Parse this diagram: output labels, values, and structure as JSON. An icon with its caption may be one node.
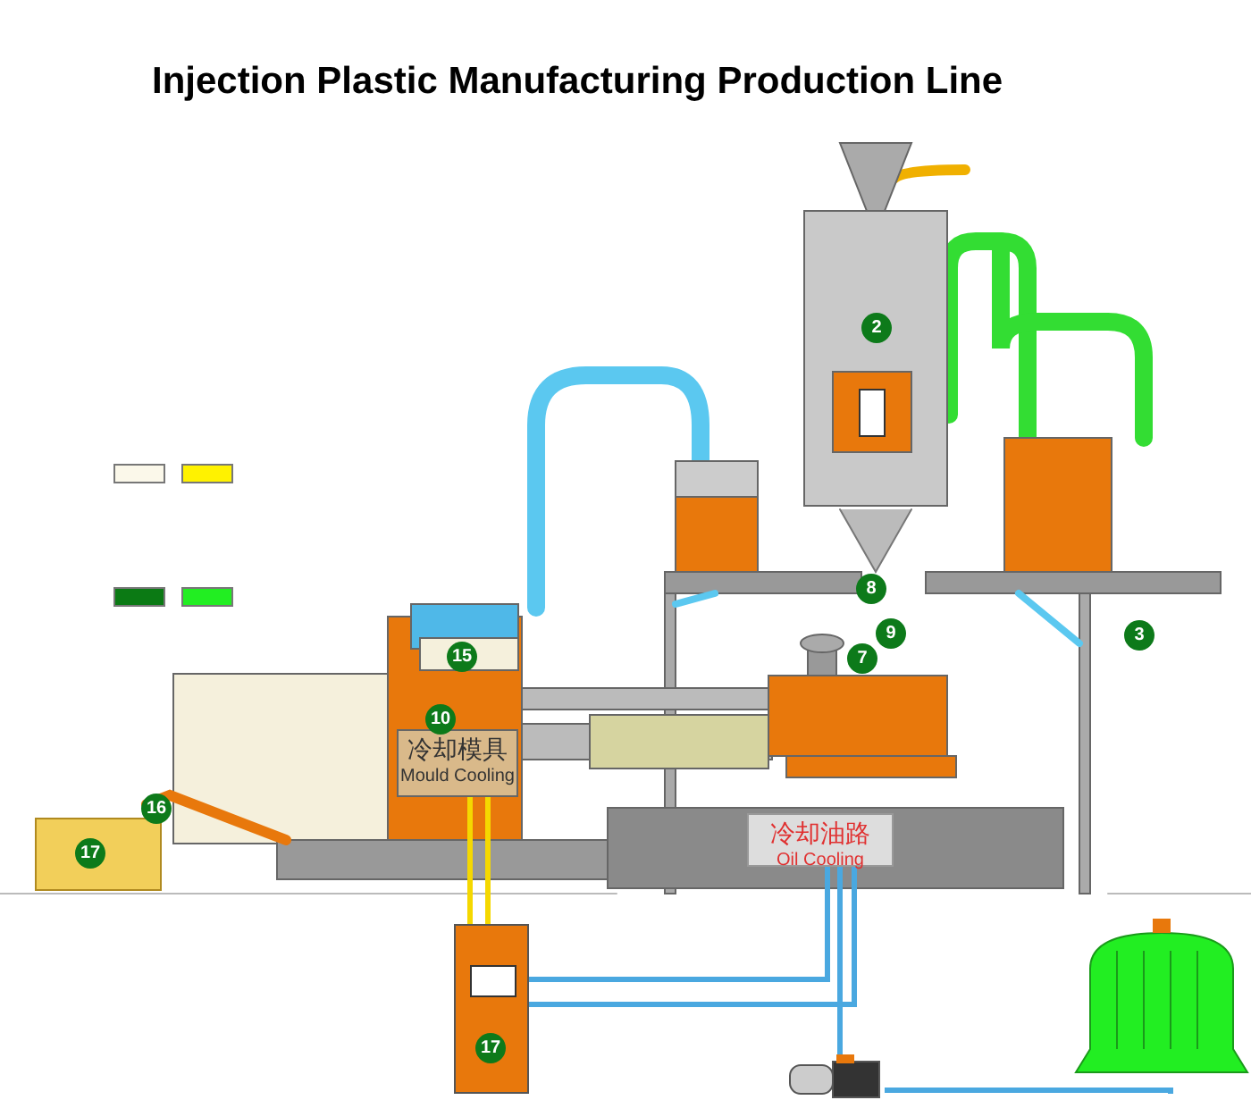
{
  "diagram": {
    "title": "Injection Plastic Manufacturing Production Line",
    "nodes": [
      {
        "text": [
          "冷却模具",
          "Mould Cooling"
        ]
      },
      {
        "text": [
          "冷却油路",
          "Oil Cooling"
        ]
      },
      {
        "text": [
          "17"
        ]
      },
      {
        "text": [],
        "shape": "pump"
      },
      {
        "text": [],
        "shape": "tower"
      }
    ],
    "edges": [
      {
        "from": 0,
        "to": 2,
        "arrow": "none",
        "color": "#f5d800"
      },
      {
        "from": 0,
        "to": 2,
        "arrow": "none",
        "color": "#f5d800"
      },
      {
        "from": 2,
        "to": 1,
        "arrow": "none"
      },
      {
        "from": 2,
        "to": 1,
        "arrow": "none"
      },
      {
        "from": 1,
        "to": 3,
        "arrow": "none"
      },
      {
        "from": 3,
        "to": 4,
        "arrow": "none"
      }
    ],
    "labels": [
      "2",
      "8",
      "3",
      "9",
      "7",
      "15",
      "10",
      "16",
      "17"
    ]
  }
}
